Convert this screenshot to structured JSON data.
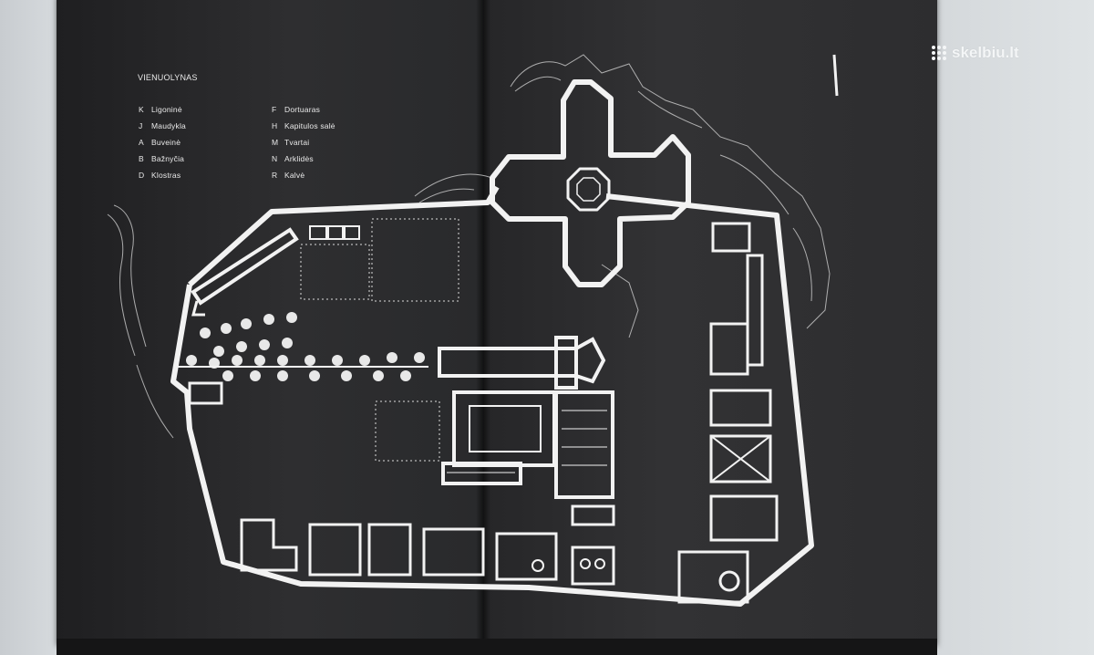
{
  "legend": {
    "title": "VIENUOLYNAS",
    "left_items": [
      {
        "key": "K",
        "label": "Ligoninė"
      },
      {
        "key": "J",
        "label": "Maudykla"
      },
      {
        "key": "A",
        "label": "Buveinė"
      },
      {
        "key": "B",
        "label": "Bažnyčia"
      },
      {
        "key": "D",
        "label": "Klostras"
      }
    ],
    "right_items": [
      {
        "key": "F",
        "label": "Dortuaras"
      },
      {
        "key": "H",
        "label": "Kapitulos salė"
      },
      {
        "key": "M",
        "label": "Tvartai"
      },
      {
        "key": "N",
        "label": "Arklidės"
      },
      {
        "key": "R",
        "label": "Kalvė"
      }
    ]
  },
  "watermark": {
    "text": "skelbiu.lt",
    "icon": "skelbiu-logo-dots-icon"
  },
  "colors": {
    "page": "#2d2d2f",
    "plan_lines": "#f2f2f2",
    "background_wall": "#cfd3d6"
  }
}
